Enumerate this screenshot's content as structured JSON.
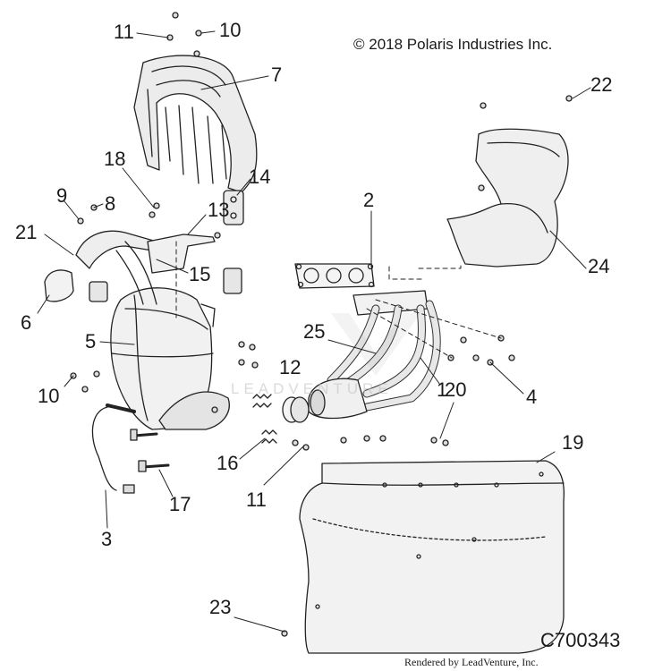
{
  "copyright": "© 2018 Polaris Industries Inc.",
  "figure_code": "C700343",
  "rendered_by": "Rendered by LeadVenture, Inc.",
  "watermark": "LEADVENTURE",
  "callouts": [
    {
      "id": "11a",
      "label": "11"
    },
    {
      "id": "10a",
      "label": "10"
    },
    {
      "id": "7",
      "label": "7"
    },
    {
      "id": "22",
      "label": "22"
    },
    {
      "id": "18",
      "label": "18"
    },
    {
      "id": "14",
      "label": "14"
    },
    {
      "id": "9",
      "label": "9"
    },
    {
      "id": "8",
      "label": "8"
    },
    {
      "id": "2",
      "label": "2"
    },
    {
      "id": "21",
      "label": "21"
    },
    {
      "id": "13",
      "label": "13"
    },
    {
      "id": "15",
      "label": "15"
    },
    {
      "id": "24",
      "label": "24"
    },
    {
      "id": "6",
      "label": "6"
    },
    {
      "id": "5",
      "label": "5"
    },
    {
      "id": "25",
      "label": "25"
    },
    {
      "id": "12",
      "label": "12"
    },
    {
      "id": "1",
      "label": "1"
    },
    {
      "id": "4",
      "label": "4"
    },
    {
      "id": "10b",
      "label": "10"
    },
    {
      "id": "20",
      "label": "20"
    },
    {
      "id": "19",
      "label": "19"
    },
    {
      "id": "16",
      "label": "16"
    },
    {
      "id": "11b",
      "label": "11"
    },
    {
      "id": "17",
      "label": "17"
    },
    {
      "id": "3",
      "label": "3"
    },
    {
      "id": "23",
      "label": "23"
    }
  ]
}
